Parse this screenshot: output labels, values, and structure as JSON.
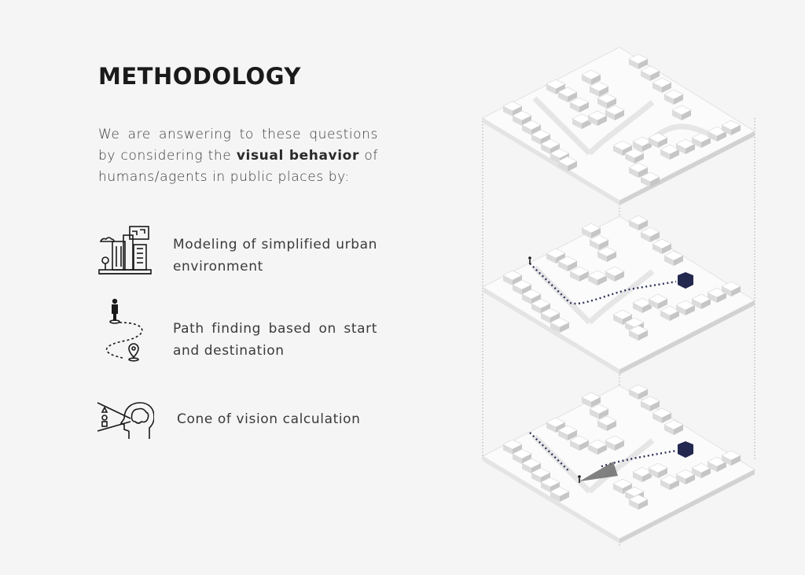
{
  "title": "METHODOLOGY",
  "intro": {
    "before": "We are answering to these questions by considering the ",
    "emphasis": "visual behavior",
    "after": " of humans/agents in public places by:"
  },
  "steps": [
    {
      "label": "Modeling of simplified urban environment",
      "icon": "city-buildings-icon"
    },
    {
      "label": "Path finding based on start and destination",
      "icon": "path-route-icon"
    },
    {
      "label": "Cone of vision calculation",
      "icon": "vision-head-icon"
    }
  ],
  "colors": {
    "text": "#3a3a3a",
    "title": "#1a1a1a",
    "highlight_building": "#23284f",
    "path": "#2e3258",
    "background": "#f5f5f5"
  }
}
